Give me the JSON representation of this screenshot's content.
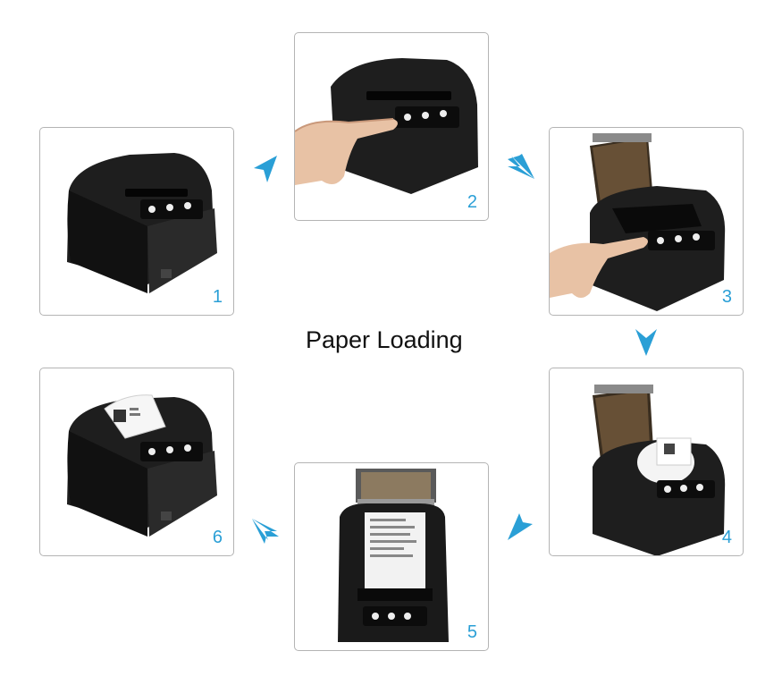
{
  "title": "Paper Loading",
  "accent_color": "#2a9fd6",
  "steps": [
    {
      "number": "1",
      "image": "printer-closed",
      "hand": false
    },
    {
      "number": "2",
      "image": "finger-pressing-cover-button",
      "hand": true
    },
    {
      "number": "3",
      "image": "cover-open-finger-pointing",
      "hand": true
    },
    {
      "number": "4",
      "image": "paper-roll-inserted",
      "hand": false
    },
    {
      "number": "5",
      "image": "paper-pulled-out-front-view",
      "hand": false
    },
    {
      "number": "6",
      "image": "cover-closed-receipt-out",
      "hand": false
    }
  ],
  "arrows": [
    "arrow-up-right-icon",
    "arrow-down-right-icon",
    "arrow-down-icon",
    "arrow-down-left-icon",
    "arrow-up-left-icon"
  ]
}
